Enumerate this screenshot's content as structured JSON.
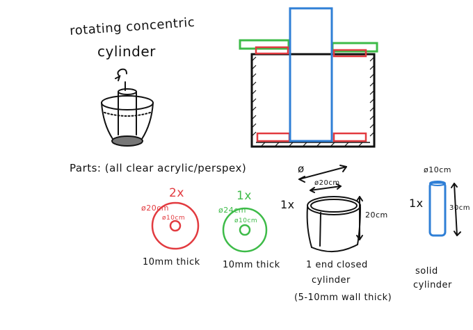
{
  "title": {
    "line1": "rotating concentric",
    "line2": "cylinder"
  },
  "parts_heading": "Parts: (all clear acrylic/perspex)",
  "red_ring": {
    "count": "2x",
    "outer": "ø20cm",
    "inner": "ø10cm",
    "thickness": "10mm thick"
  },
  "green_ring": {
    "count": "1x",
    "outer": "ø24cm",
    "inner": "ø10cm",
    "thickness": "10mm thick"
  },
  "cup": {
    "count": "1x",
    "diameter": "ø",
    "inner_diameter": "ø20cm",
    "height": "20cm",
    "caption1": "1 end closed",
    "caption2": "cylinder",
    "caption3": "(5-10mm wall thick)"
  },
  "rod": {
    "count": "1x",
    "diameter": "ø10cm",
    "length": "30cm",
    "caption1": "solid",
    "caption2": "cylinder"
  },
  "colors": {
    "red": "#e23a3f",
    "green": "#3dbb48",
    "blue": "#2f7fd6",
    "ink": "#111111"
  }
}
